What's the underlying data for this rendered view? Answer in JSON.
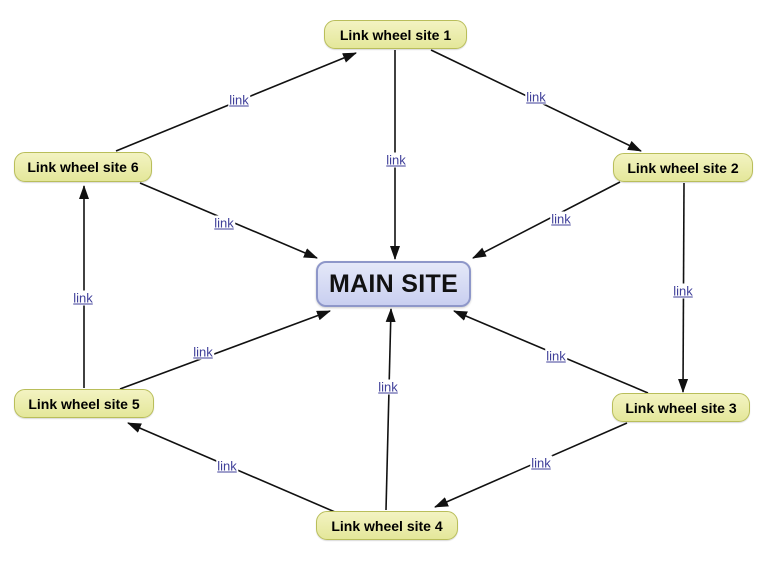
{
  "nodes": {
    "main": "MAIN SITE",
    "site1": "Link wheel site 1",
    "site2": "Link wheel site 2",
    "site3": "Link wheel site 3",
    "site4": "Link wheel site 4",
    "site5": "Link wheel site 5",
    "site6": "Link wheel site 6"
  },
  "edges": [
    {
      "from": "site1",
      "to": "main",
      "label": "link"
    },
    {
      "from": "site1",
      "to": "site2",
      "label": "link"
    },
    {
      "from": "site2",
      "to": "main",
      "label": "link"
    },
    {
      "from": "site2",
      "to": "site3",
      "label": "link"
    },
    {
      "from": "site3",
      "to": "main",
      "label": "link"
    },
    {
      "from": "site3",
      "to": "site4",
      "label": "link"
    },
    {
      "from": "site4",
      "to": "main",
      "label": "link"
    },
    {
      "from": "site4",
      "to": "site5",
      "label": "link"
    },
    {
      "from": "site5",
      "to": "main",
      "label": "link"
    },
    {
      "from": "site5",
      "to": "site6",
      "label": "link"
    },
    {
      "from": "site6",
      "to": "main",
      "label": "link"
    },
    {
      "from": "site6",
      "to": "site1",
      "label": "link"
    }
  ],
  "colors": {
    "node_fill": "#e9ecab",
    "node_border": "#b9be5a",
    "main_fill": "#d4d9f4",
    "main_border": "#8e97c9",
    "edge": "#111111",
    "label": "#3f3f99"
  }
}
